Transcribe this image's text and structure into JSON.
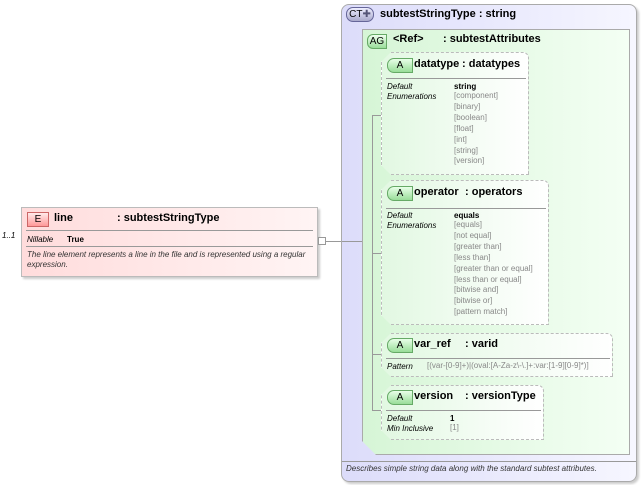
{
  "element": {
    "badge": "E",
    "name": "line",
    "type": ": subtestStringType",
    "cardinality": "1..1",
    "nillable_label": "Nillable",
    "nillable_value": "True",
    "description": "The line element represents a line in the file and is represented using a regular expression."
  },
  "complex_type": {
    "badge": "CT",
    "name": "subtestStringType",
    "type": ": string",
    "description": "Describes simple string data along with the standard subtest attributes."
  },
  "attribute_group": {
    "badge": "AG",
    "name": "<Ref>",
    "type": ": subtestAttributes"
  },
  "attributes": [
    {
      "badge": "A",
      "name": "datatype",
      "type": ": datatypes",
      "rows": [
        {
          "label": "Default",
          "value": "string"
        },
        {
          "label": "Enumerations",
          "values": [
            "[component]",
            "[binary]",
            "[boolean]",
            "[float]",
            "[int]",
            "[string]",
            "[version]"
          ]
        }
      ]
    },
    {
      "badge": "A",
      "name": "operator",
      "type": ": operators",
      "rows": [
        {
          "label": "Default",
          "value": "equals"
        },
        {
          "label": "Enumerations",
          "values": [
            "[equals]",
            "[not equal]",
            "[greater than]",
            "[less than]",
            "[greater than or equal]",
            "[less than or equal]",
            "[bitwise and]",
            "[bitwise or]",
            "[pattern match]"
          ]
        }
      ]
    },
    {
      "badge": "A",
      "name": "var_ref",
      "type": ": varid",
      "rows": [
        {
          "label": "Pattern",
          "values": [
            "[(var-[0-9]+)|(oval:[A-Za-z\\-\\.]+:var:[1-9][0-9]*)]"
          ]
        }
      ]
    },
    {
      "badge": "A",
      "name": "version",
      "type": ": versionType",
      "rows": [
        {
          "label": "Default",
          "value": "1"
        },
        {
          "label": "Min Inclusive",
          "values": [
            "[1]"
          ]
        }
      ]
    }
  ],
  "colors": {
    "element_bg": "#ffdcdc",
    "complex_type_bg": "#dcdcfa",
    "attribute_group_bg": "#d6f5d6"
  }
}
